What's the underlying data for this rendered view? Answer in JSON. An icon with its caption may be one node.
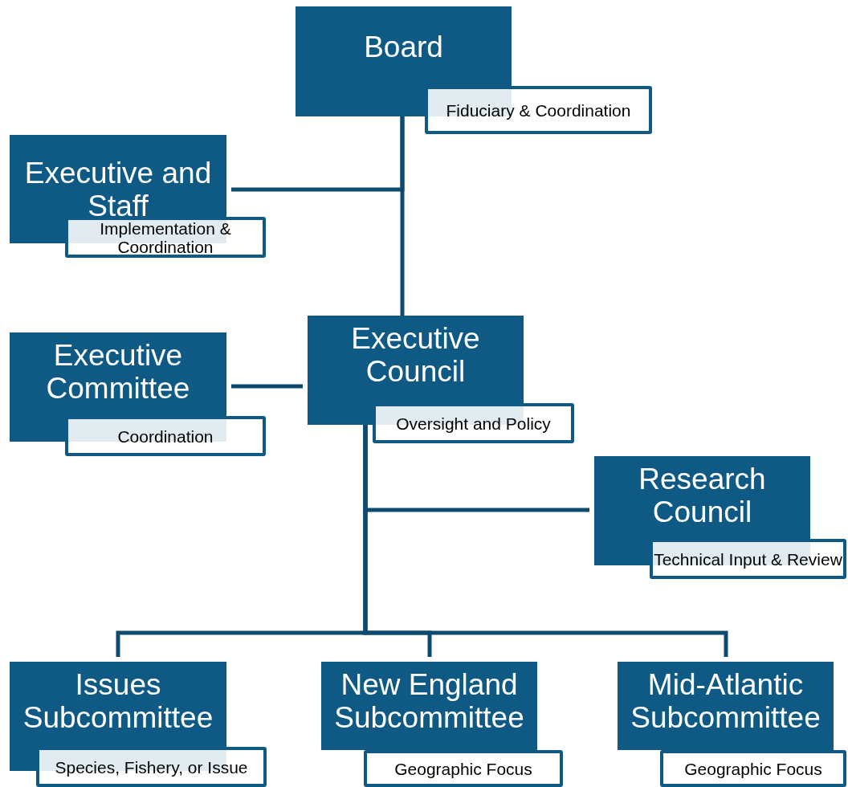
{
  "diagram": {
    "nodes": [
      {
        "text": [
          "Board"
        ]
      },
      {
        "text": [
          "Fiduciary & Coordination"
        ]
      },
      {
        "text": [
          "Executive and Staff"
        ]
      },
      {
        "text": [
          "Implementation & Coordination"
        ]
      },
      {
        "text": [
          "Executive Committee"
        ]
      },
      {
        "text": [
          "Coordination"
        ]
      },
      {
        "text": [
          "Executive Council"
        ]
      },
      {
        "text": [
          "Oversight and  Policy"
        ]
      },
      {
        "text": [
          "Research Council"
        ]
      },
      {
        "text": [
          "Technical Input & Review"
        ]
      },
      {
        "text": [
          "Issues Subcommittee"
        ]
      },
      {
        "text": [
          "Species, Fishery, or Issue"
        ]
      },
      {
        "text": [
          "New England Subcommittee"
        ]
      },
      {
        "text": [
          "Geographic Focus"
        ]
      },
      {
        "text": [
          "Mid-Atlantic Subcommittee"
        ]
      },
      {
        "text": [
          "Geographic Focus"
        ]
      }
    ],
    "edges": [
      {
        "from": 0,
        "to": 2,
        "arrow": "none"
      },
      {
        "from": 0,
        "to": 6,
        "arrow": "none"
      },
      {
        "from": 4,
        "to": 6,
        "arrow": "none"
      },
      {
        "from": 6,
        "to": 8,
        "arrow": "none"
      },
      {
        "from": 6,
        "to": 10,
        "arrow": "none"
      },
      {
        "from": 6,
        "to": 12,
        "arrow": "none"
      },
      {
        "from": 6,
        "to": 14,
        "arrow": "none"
      }
    ]
  }
}
